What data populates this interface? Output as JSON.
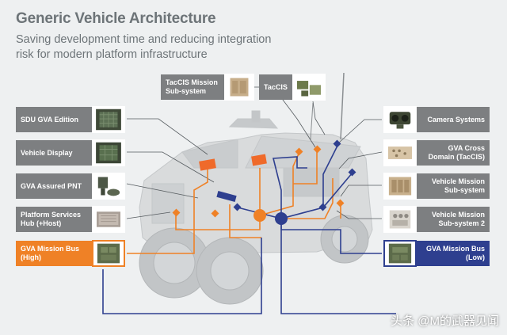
{
  "header": {
    "title": "Generic Vehicle Architecture",
    "subtitle": "Saving development time and reducing integration risk for modern platform infrastructure"
  },
  "left_labels": [
    {
      "name": "sdu-gva-edition",
      "label": "SDU GVA Edition",
      "style": "grey"
    },
    {
      "name": "vehicle-display",
      "label": "Vehicle Display",
      "style": "grey"
    },
    {
      "name": "gva-assured-pnt",
      "label": "GVA Assured PNT",
      "style": "grey"
    },
    {
      "name": "platform-services-hub",
      "label": "Platform Services Hub (+Host)",
      "style": "grey"
    },
    {
      "name": "gva-mission-bus-high",
      "label": "GVA Mission Bus (High)",
      "style": "orange"
    }
  ],
  "right_labels": [
    {
      "name": "camera-systems",
      "label": "Camera Systems",
      "style": "grey"
    },
    {
      "name": "gva-cross-domain",
      "label": "GVA Cross Domain (TacCIS)",
      "style": "grey"
    },
    {
      "name": "vehicle-mission-subsystem",
      "label": "Vehicle Mission Sub-system",
      "style": "grey"
    },
    {
      "name": "vehicle-mission-subsystem-2",
      "label": "Vehicle Mission Sub-system 2",
      "style": "grey"
    },
    {
      "name": "gva-mission-bus-low",
      "label": "GVA Mission Bus (Low)",
      "style": "navy"
    }
  ],
  "top_labels": [
    {
      "name": "taccis-mission-subsystem",
      "label": "TacCIS Mission Sub-system",
      "style": "grey"
    },
    {
      "name": "taccis",
      "label": "TacCIS",
      "style": "grey"
    }
  ],
  "watermark": "头条 @M的武器见闻",
  "colors": {
    "high_bus": "#ef8126",
    "low_bus": "#2e3f8f",
    "label_grey": "#7d7f81",
    "vehicle": "#d7d9da"
  }
}
